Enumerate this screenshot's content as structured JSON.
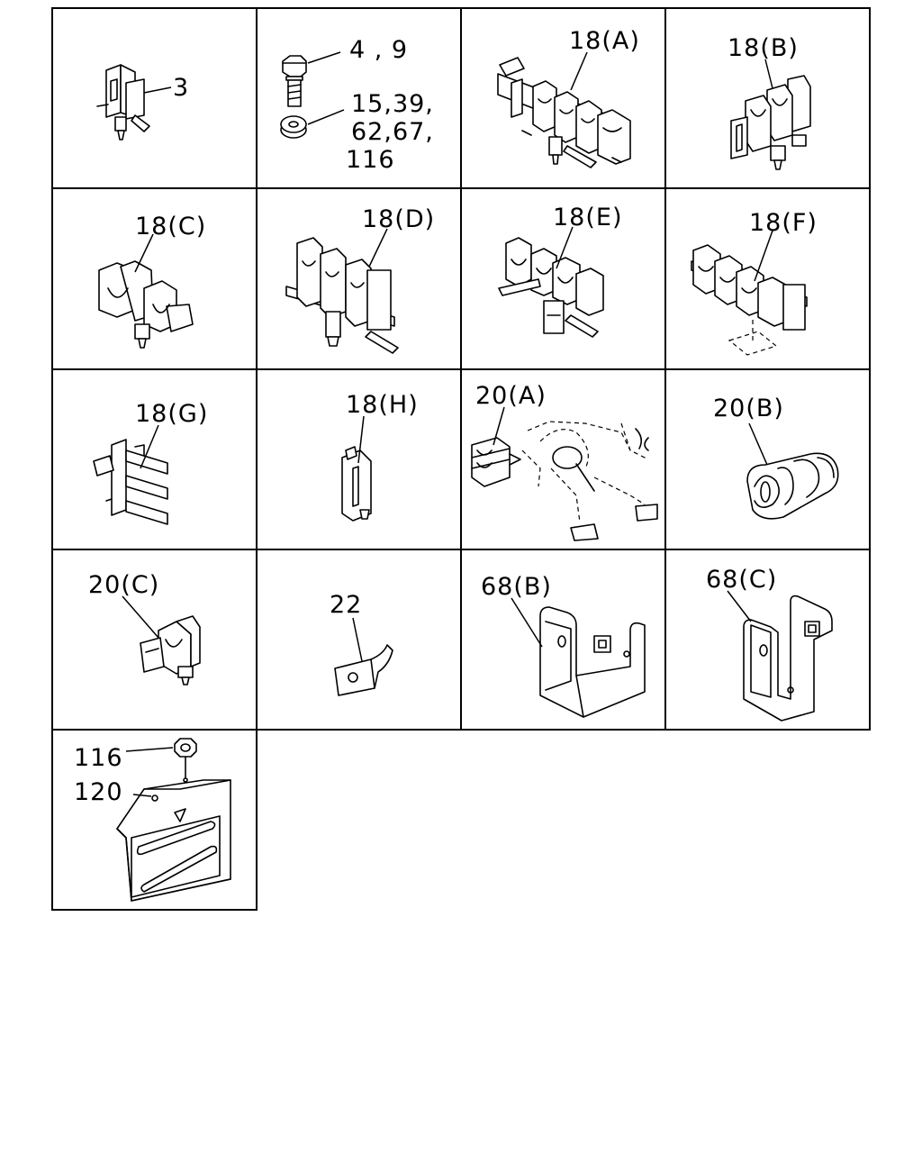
{
  "labels": {
    "part_3": "3",
    "part_4_9": "4 , 9",
    "part_15_39": "15,39,",
    "part_62_67": "62,67,",
    "part_116_a": "116",
    "part_18a": "18(A)",
    "part_18b": "18(B)",
    "part_18c": "18(C)",
    "part_18d": "18(D)",
    "part_18e": "18(E)",
    "part_18f": "18(F)",
    "part_18g": "18(G)",
    "part_18h": "18(H)",
    "part_20a": "20(A)",
    "part_20b": "20(B)",
    "part_20c": "20(C)",
    "part_22": "22",
    "part_68b": "68(B)",
    "part_68c": "68(C)",
    "part_116_b": "116",
    "part_120": "120"
  }
}
